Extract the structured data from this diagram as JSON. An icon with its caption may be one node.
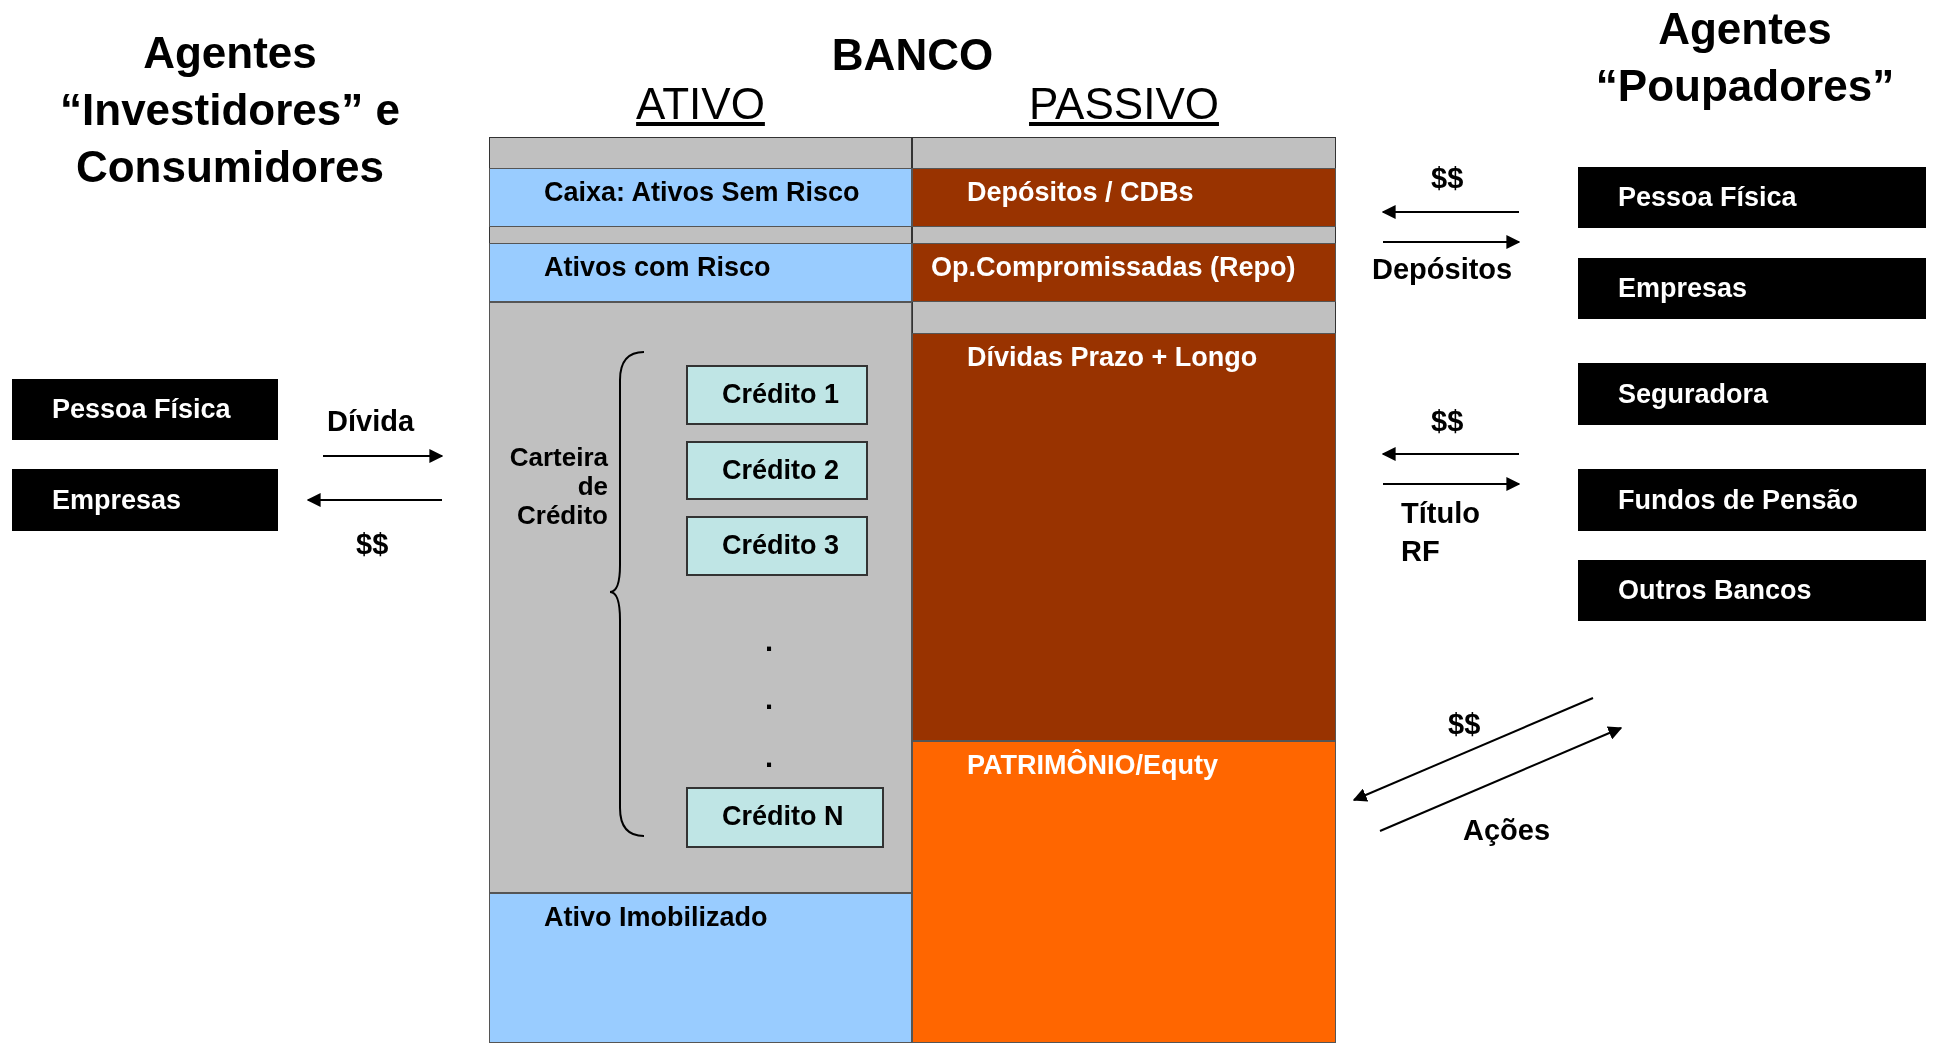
{
  "diagram": {
    "nodes": [
      {
        "text": [
          "BANCO"
        ]
      },
      {
        "text": [
          "ATIVO"
        ],
        "in": 0
      },
      {
        "text": [
          "PASSIVO"
        ],
        "in": 0
      },
      {
        "text": [
          "Caixa: Ativos Sem Risco"
        ],
        "in": 1
      },
      {
        "text": [
          "Ativos com Risco"
        ],
        "in": 1
      },
      {
        "text": [
          "Carteira de Crédito"
        ],
        "in": 1
      },
      {
        "text": [
          "Crédito 1"
        ],
        "in": 5
      },
      {
        "text": [
          "Crédito 2"
        ],
        "in": 5
      },
      {
        "text": [
          "Crédito 3"
        ],
        "in": 5
      },
      {
        "text": [
          "Crédito N"
        ],
        "in": 5
      },
      {
        "text": [
          "Ativo Imobilizado"
        ],
        "in": 1
      },
      {
        "text": [
          "Depósitos / CDBs"
        ],
        "in": 2
      },
      {
        "text": [
          "Op.Compromissadas (Repo)"
        ],
        "in": 2
      },
      {
        "text": [
          "Dívidas Prazo + Longo"
        ],
        "in": 2
      },
      {
        "text": [
          "PATRIMÔNIO/Equty"
        ],
        "in": 2
      },
      {
        "text": [
          "Pessoa Física"
        ]
      },
      {
        "text": [
          "Empresas"
        ]
      },
      {
        "text": [
          "Pessoa Física"
        ]
      },
      {
        "text": [
          "Empresas"
        ]
      },
      {
        "text": [
          "Seguradora"
        ]
      },
      {
        "text": [
          "Fundos de Pensão"
        ]
      },
      {
        "text": [
          "Outros Bancos"
        ]
      }
    ],
    "labels": [
      "Agentes “Poupadores”",
      "Agentes “Investidores” e Consumidores",
      "$$",
      "Depósitos",
      "Dívida",
      "$$",
      "$$",
      "Título RF",
      ".",
      ".",
      ".",
      "$$",
      "Ações"
    ]
  }
}
